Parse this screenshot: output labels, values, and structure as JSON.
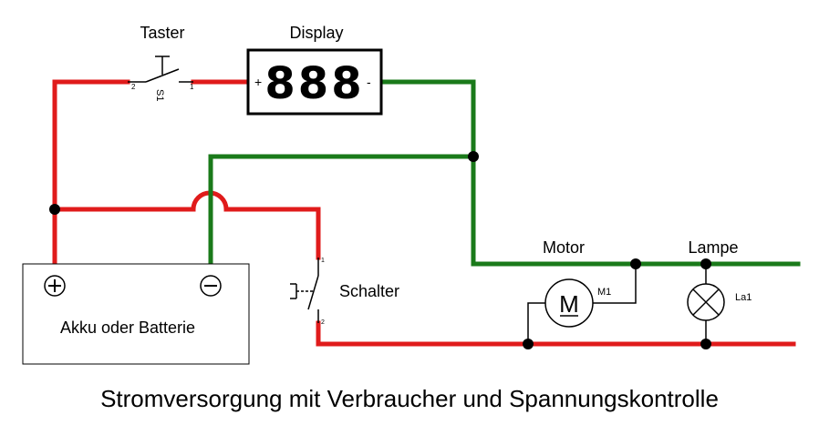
{
  "labels": {
    "taster": "Taster",
    "display": "Display",
    "display_value": "888",
    "display_plus": "+",
    "display_minus": "-",
    "s1": "S1",
    "s1_pin_a": "2",
    "s1_pin_b": "1",
    "motor": "Motor",
    "m1": "M1",
    "motor_symbol": "M",
    "lampe": "Lampe",
    "la1": "La1",
    "schalter": "Schalter",
    "schalter_pin_top": "1",
    "schalter_pin_bottom": "2",
    "battery_plus": "+",
    "battery_minus": "−",
    "battery": "Akku oder Batterie",
    "caption": "Stromversorgung mit Verbraucher und Spannungskontrolle"
  },
  "colors": {
    "positive_wire": "#e01b1b",
    "negative_wire": "#1a7a1a",
    "component": "#000000"
  }
}
